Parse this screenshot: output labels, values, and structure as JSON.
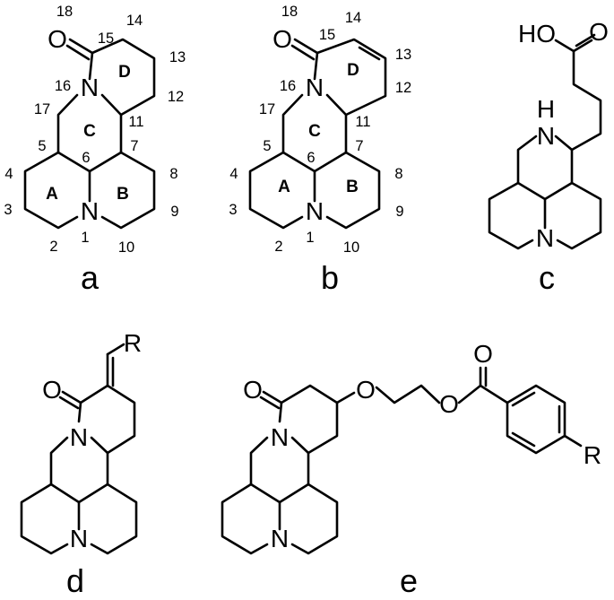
{
  "figure": {
    "panels": [
      "a",
      "b",
      "c",
      "d",
      "e"
    ]
  },
  "molecules": {
    "a": {
      "atoms": {
        "n1": "N",
        "n16": "N",
        "o18": "O"
      },
      "positions": [
        "1",
        "2",
        "3",
        "4",
        "5",
        "6",
        "7",
        "8",
        "9",
        "10",
        "11",
        "12",
        "13",
        "14",
        "15",
        "16",
        "17",
        "18"
      ],
      "rings": [
        "A",
        "B",
        "C",
        "D"
      ]
    },
    "b": {
      "atoms": {
        "n1": "N",
        "n16": "N",
        "o18": "O"
      },
      "positions": [
        "1",
        "2",
        "3",
        "4",
        "5",
        "6",
        "7",
        "8",
        "9",
        "10",
        "11",
        "12",
        "13",
        "14",
        "15",
        "16",
        "17",
        "18"
      ],
      "rings": [
        "A",
        "B",
        "C",
        "D"
      ]
    },
    "c": {
      "atoms": {
        "ho": "HO",
        "o": "O",
        "nh": "H",
        "n_nh": "N",
        "n": "N"
      }
    },
    "d": {
      "atoms": {
        "r": "R",
        "o": "O",
        "n_amide": "N",
        "n": "N"
      }
    },
    "e": {
      "atoms": {
        "o_carbonyl": "O",
        "o_ether": "O",
        "o_ester": "O",
        "o_ester_carbonyl": "O",
        "n_amide": "N",
        "n": "N",
        "r": "R"
      }
    }
  }
}
